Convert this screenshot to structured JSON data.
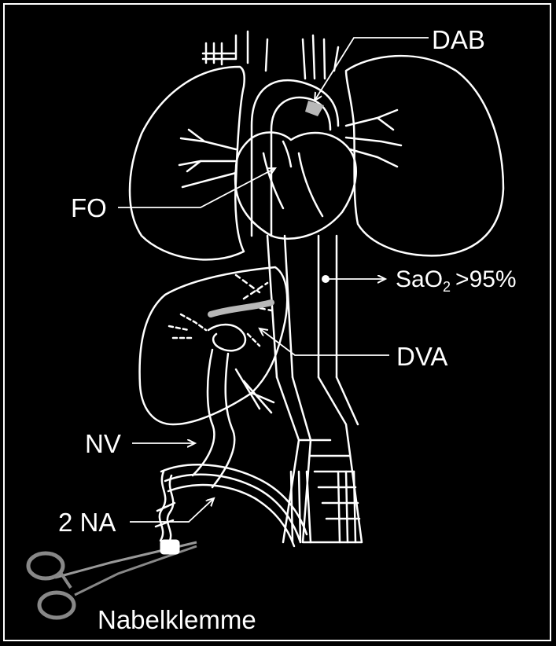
{
  "labels": {
    "dab": "DAB",
    "fo": "FO",
    "sat_main": "SaO",
    "sat_sub": "2",
    "sat_value": ">95%",
    "dva": "DVA",
    "nv": "NV",
    "na": "2 NA",
    "clamp": "Nabelklemme"
  },
  "colors": {
    "background": "#000000",
    "line": "#ffffff",
    "highlight": "#b8b8b8",
    "clamp": "#555555"
  }
}
